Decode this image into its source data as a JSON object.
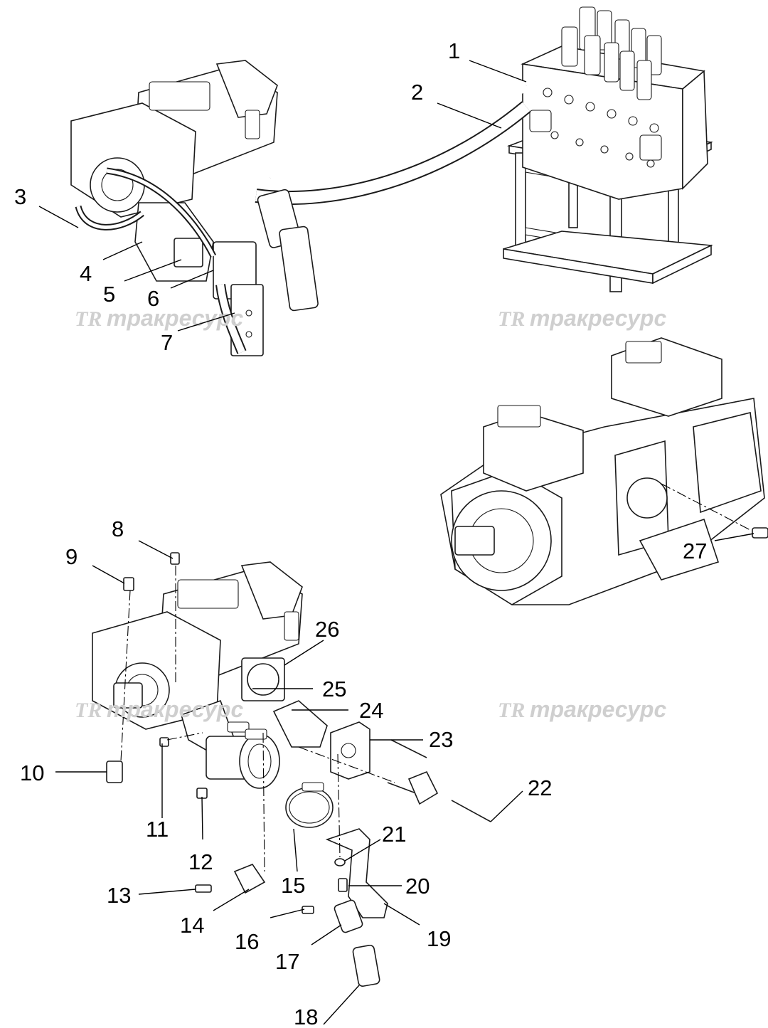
{
  "watermark": {
    "logo": "TR",
    "text": "тракресурс"
  },
  "callouts": [
    "1",
    "2",
    "3",
    "4",
    "5",
    "6",
    "7",
    "8",
    "9",
    "10",
    "11",
    "12",
    "13",
    "14",
    "15",
    "16",
    "17",
    "18",
    "19",
    "20",
    "21",
    "22",
    "23",
    "24",
    "25",
    "26",
    "27"
  ]
}
